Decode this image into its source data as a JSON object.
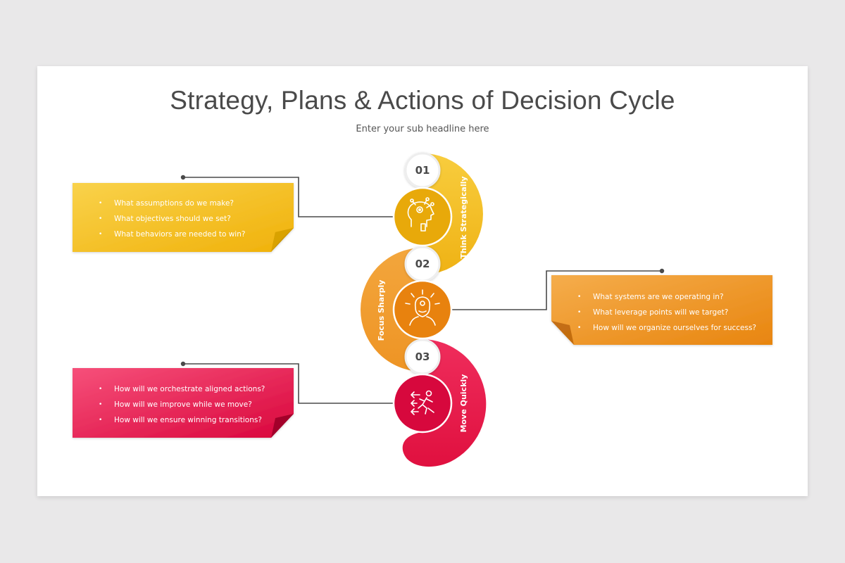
{
  "title": "Strategy, Plans & Actions of Decision Cycle",
  "subtitle": "Enter your sub headline here",
  "colors": {
    "yellow": "#f1b813",
    "orange": "#ee9424",
    "red": "#e81e4f",
    "connector": "#4a4a4a",
    "background": "#e9e8e9"
  },
  "stages": [
    {
      "number": "01",
      "label": "Think Strategically",
      "icon": "brain-head-icon",
      "questions": [
        "What assumptions do we make?",
        "What objectives should we set?",
        "What behaviors are needed to win?"
      ]
    },
    {
      "number": "02",
      "label": "Focus Sharply",
      "icon": "focused-mind-icon",
      "questions": [
        "What systems are we operating in?",
        "What leverage points will we target?",
        "How will we organize ourselves for success?"
      ]
    },
    {
      "number": "03",
      "label": "Move Quickly",
      "icon": "running-arrows-icon",
      "questions": [
        "How will we orchestrate aligned actions?",
        "How will we improve while we move?",
        "How will we ensure winning transitions?"
      ]
    }
  ]
}
